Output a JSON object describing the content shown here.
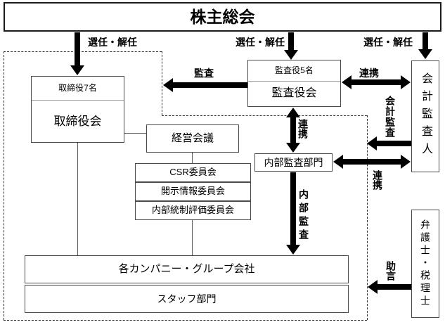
{
  "boxes": {
    "shareholders": {
      "label": "株主総会"
    },
    "board": {
      "headcount": "取締役7名",
      "label": "取締役会"
    },
    "auditors": {
      "headcount": "監査役5名",
      "label": "監査役会"
    },
    "accounting_auditor": {
      "label": "会計監査人"
    },
    "management_council": {
      "label": "経営会議"
    },
    "csr_committee": {
      "label": "CSR委員会"
    },
    "disclosure_committee": {
      "label": "開示情報委員会"
    },
    "internal_control_committee": {
      "label": "内部統制評価委員会"
    },
    "internal_audit_dept": {
      "label": "内部監査部門"
    },
    "group_companies": {
      "label": "各カンパニー・グループ会社"
    },
    "staff_dept": {
      "label": "スタッフ部門"
    },
    "lawyers_tax": {
      "label": "弁護士・税理士"
    }
  },
  "arrows": {
    "appoint_dismiss_board": "選任・解任",
    "appoint_dismiss_auditors": "選任・解任",
    "appoint_dismiss_accounting": "選任・解任",
    "audit": "監査",
    "cooperation_auditors_accounting": "連携",
    "cooperation_auditors_internal": "連携",
    "accounting_audit": "会計監査",
    "cooperation_internal_accounting": "連携",
    "internal_audit": "内部監査",
    "advice": "助言"
  },
  "colors": {
    "arrow": "#000000",
    "box_border": "#4a4a4a",
    "outer_box_border": "#1a1a1a",
    "dashed_boundary": "#333333",
    "background": "#ffffff",
    "text": "#000000"
  }
}
